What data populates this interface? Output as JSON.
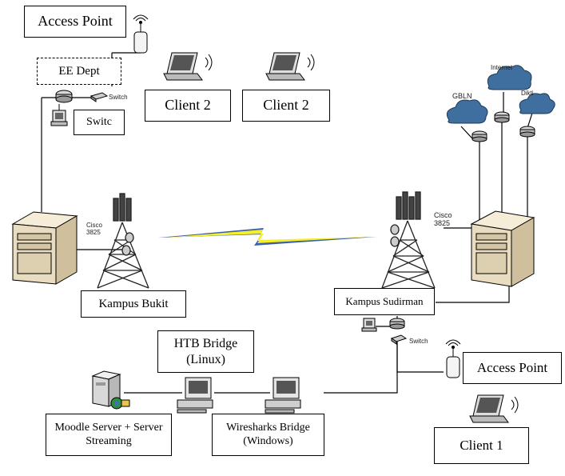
{
  "labels": {
    "access_point_top": "Access Point",
    "ee_dept": "EE Dept",
    "switch_top": "Switch",
    "switc": "Switc",
    "client2_a": "Client 2",
    "client2_b": "Client 2",
    "cisco_left": "Cisco 3825",
    "kampus_bukit": "Kampus Bukit",
    "internet": "Internet",
    "gbln": "GBLN",
    "dikti": "Dikti",
    "cisco_right": "Cisco 3825",
    "kampus_sudirman": "Kampus Sudirman",
    "switch_bottom": "Switch",
    "access_point_bottom": "Access Point",
    "client1": "Client 1",
    "htb_bridge": "HTB Bridge (Linux)",
    "wireshark_bridge": "Wiresharks Bridge (Windows)",
    "moodle_server": "Moodle Server + Server Streaming"
  },
  "colors": {
    "cloud": "#3f6f9e",
    "wireless_link_outer": "#3a5fa8",
    "wireless_link_inner": "#f3ef2a",
    "server_body": "#e9dcc0",
    "tower": "#222222"
  }
}
